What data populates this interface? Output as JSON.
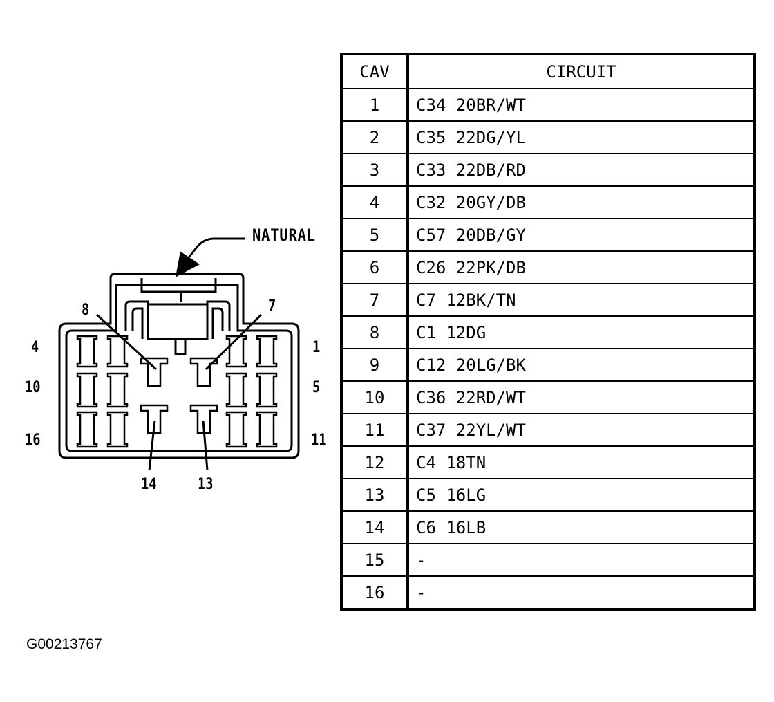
{
  "connector": {
    "color_label": "NATURAL",
    "pin_labels": {
      "p4": "4",
      "p10": "10",
      "p16": "16",
      "p1": "1",
      "p5": "5",
      "p11": "11",
      "p8": "8",
      "p7": "7",
      "p14": "14",
      "p13": "13"
    }
  },
  "table": {
    "headers": {
      "cav": "CAV",
      "circuit": "CIRCUIT"
    },
    "rows": [
      {
        "cav": "1",
        "circuit": "C34 20BR/WT"
      },
      {
        "cav": "2",
        "circuit": "C35 22DG/YL"
      },
      {
        "cav": "3",
        "circuit": "C33 22DB/RD"
      },
      {
        "cav": "4",
        "circuit": "C32 20GY/DB"
      },
      {
        "cav": "5",
        "circuit": "C57 20DB/GY"
      },
      {
        "cav": "6",
        "circuit": "C26 22PK/DB"
      },
      {
        "cav": "7",
        "circuit": "C7 12BK/TN"
      },
      {
        "cav": "8",
        "circuit": "C1 12DG"
      },
      {
        "cav": "9",
        "circuit": "C12 20LG/BK"
      },
      {
        "cav": "10",
        "circuit": "C36 22RD/WT"
      },
      {
        "cav": "11",
        "circuit": "C37 22YL/WT"
      },
      {
        "cav": "12",
        "circuit": "C4 18TN"
      },
      {
        "cav": "13",
        "circuit": "C5 16LG"
      },
      {
        "cav": "14",
        "circuit": "C6 16LB"
      },
      {
        "cav": "15",
        "circuit": "-"
      },
      {
        "cav": "16",
        "circuit": "-"
      }
    ]
  },
  "image_id": "G00213767"
}
